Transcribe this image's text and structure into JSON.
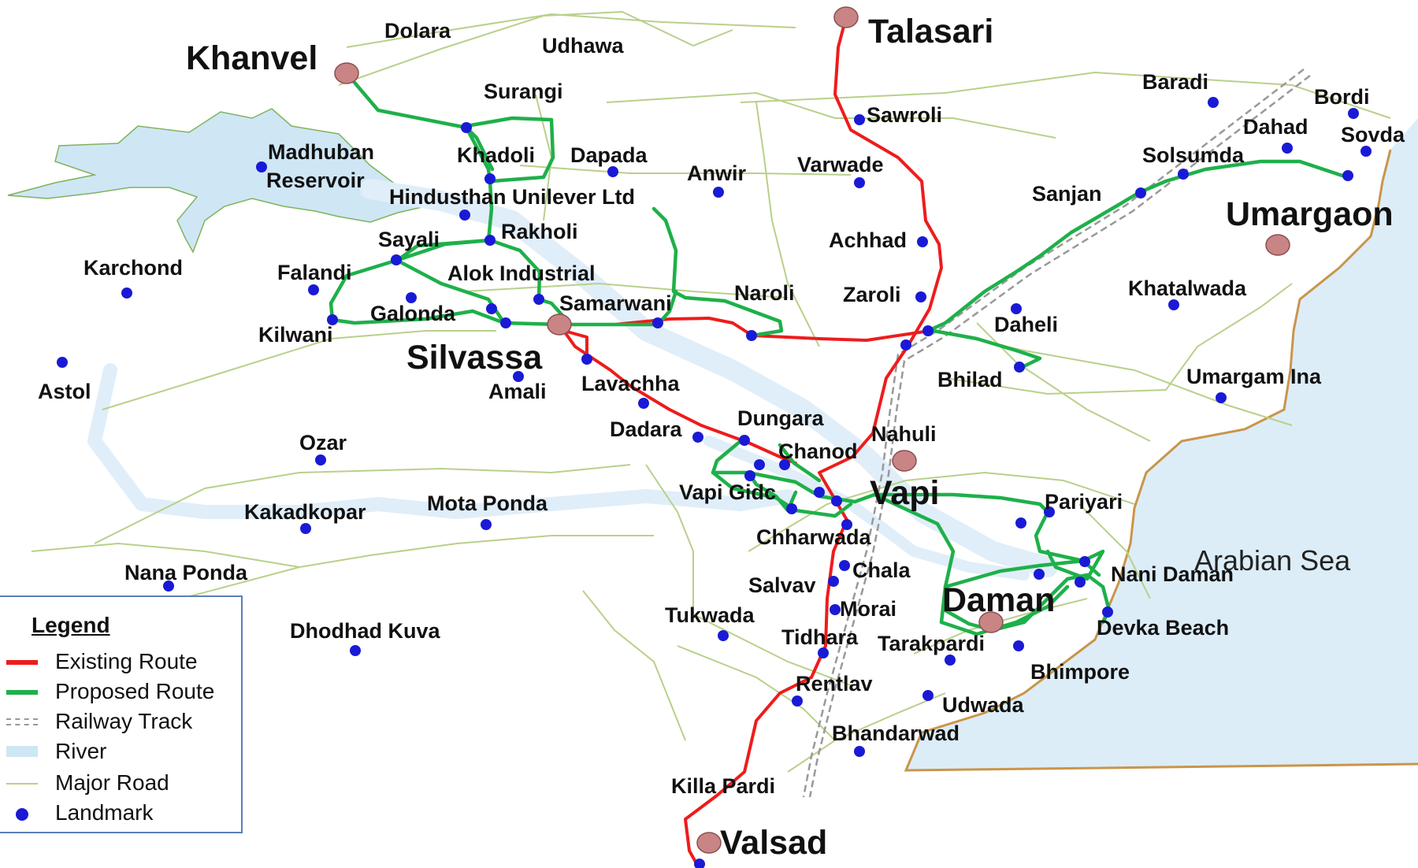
{
  "colors": {
    "existing_route": "#ee1c1c",
    "proposed_route": "#1eb04a",
    "railway_track": "#999999",
    "river": "#cfe6f5",
    "sea": "#dcedf8",
    "coastline": "#c9954a",
    "major_road": "#b9d08a",
    "landmark": "#1a1ad6",
    "town_marker": "#c98585",
    "legend_border": "#5b7fb8"
  },
  "towns": [
    {
      "name": "Khanvel"
    },
    {
      "name": "Talasari"
    },
    {
      "name": "Silvassa"
    },
    {
      "name": "Umargaon"
    },
    {
      "name": "Vapi"
    },
    {
      "name": "Daman"
    },
    {
      "name": "Valsad"
    }
  ],
  "landmarks": [
    "Dolara",
    "Udhawa",
    "Surangi",
    "Khadoli",
    "Dapada",
    "Madhuban",
    "Reservoir",
    "Hindusthan Unilever Ltd",
    "Anwir",
    "Sayali",
    "Rakholi",
    "Alok Industrial",
    "Karchond",
    "Falandi",
    "Galonda",
    "Kilwani",
    "Samarwani",
    "Naroli",
    "Amali",
    "Astol",
    "Lavachha",
    "Dadara",
    "Dungara",
    "Chanod",
    "Nahuli",
    "Ozar",
    "Vapi Gidc",
    "Kakadkopar",
    "Mota Ponda",
    "Chharwada",
    "Nana Ponda",
    "Chala",
    "Salvav",
    "Morai",
    "Tukwada",
    "Dhodhad Kuva",
    "Tidhara",
    "Tarakpardi",
    "Rentlav",
    "Udwada",
    "Bhandarwad",
    "Killa Pardi",
    "Sawroli",
    "Varwade",
    "Achhad",
    "Zaroli",
    "Daheli",
    "Bhilad",
    "Baradi",
    "Bordi",
    "Dahad",
    "Sovda",
    "Solsumda",
    "Sanjan",
    "Khatalwada",
    "Umargam Ina",
    "Pariyari",
    "Nani Daman",
    "Devka Beach",
    "Bhimpore"
  ],
  "sea_label": "Arabian Sea",
  "legend": {
    "title": "Legend",
    "items": [
      {
        "label": "Existing Route",
        "symbol": "red-line"
      },
      {
        "label": "Proposed Route",
        "symbol": "green-line"
      },
      {
        "label": "Railway Track",
        "symbol": "railway"
      },
      {
        "label": "River",
        "symbol": "river"
      },
      {
        "label": "Major Road",
        "symbol": "road"
      },
      {
        "label": "Landmark",
        "symbol": "dot"
      }
    ]
  }
}
